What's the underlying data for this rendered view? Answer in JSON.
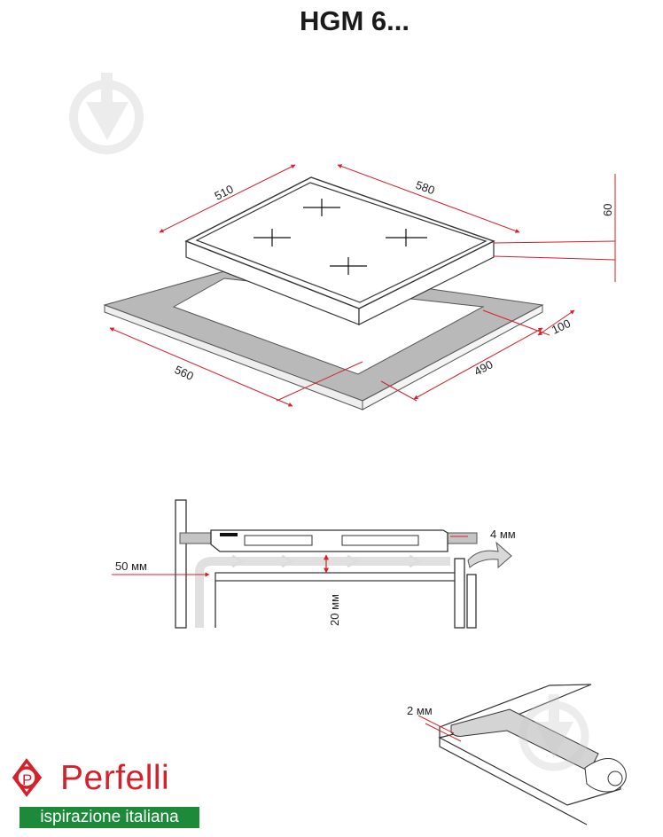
{
  "title": "HGM 6...",
  "dimensions": {
    "hob_depth": "510",
    "hob_width": "580",
    "hob_height": "60",
    "cutout_width": "560",
    "cutout_depth": "490",
    "min_distance": "100"
  },
  "ventilation": {
    "wall_gap": "50 мм",
    "front_gap": "4 мм",
    "bottom_gap": "20 мм"
  },
  "seal": {
    "seal_thickness": "2 мм"
  },
  "brand": {
    "name": "Perfelli",
    "tagline": "ispirazione italiana"
  },
  "colors": {
    "accent_red": "#d6202a",
    "brand_green": "#1d8a3a",
    "surface_gray": "#b9b9b9"
  }
}
